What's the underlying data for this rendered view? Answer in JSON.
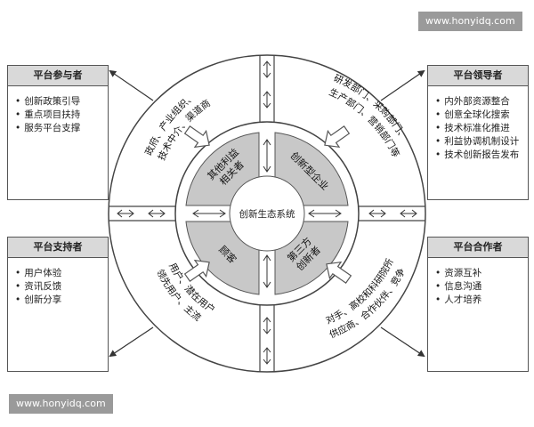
{
  "watermark_top": "www.honyidq.com",
  "watermark_bottom": "www.honyidq.com",
  "center_label": "创新生态系统",
  "quadrants": {
    "top_left": [
      "其他利益",
      "相关者"
    ],
    "top_right": [
      "创新型企业"
    ],
    "bottom_left": [
      "顾客"
    ],
    "bottom_right": [
      "第三方",
      "创新者"
    ]
  },
  "ring_text": {
    "top_left": [
      "政府、产业组织、",
      "技术中介、渠道商"
    ],
    "top_right": [
      "研发部门、采购部门、",
      "生产部门、营销部门等"
    ],
    "bottom_left": [
      "领先用户、主流",
      "用户、潜在用户"
    ],
    "bottom_right": [
      "供应商、合作伙伴、竞争",
      "对手、高校和科研院所"
    ]
  },
  "boxes": {
    "participants": {
      "title": "平台参与者",
      "items": [
        "创新政策引导",
        "重点项目扶持",
        "服务平台支撑"
      ]
    },
    "leaders": {
      "title": "平台领导者",
      "items": [
        "内外部资源整合",
        "创意全球化搜索",
        "技术标准化推进",
        "利益协调机制设计",
        "技术创新报告发布"
      ]
    },
    "supporters": {
      "title": "平台支持者",
      "items": [
        "用户体验",
        "资讯反馈",
        "创新分享"
      ]
    },
    "partners": {
      "title": "平台合作者",
      "items": [
        "资源互补",
        "信息沟通",
        "人才培养"
      ]
    }
  },
  "colors": {
    "quadrant_fill": "#c8c8c8",
    "box_header": "#d9d9d9",
    "stroke": "#555555",
    "watermark_bg": "#9a9a9a"
  }
}
